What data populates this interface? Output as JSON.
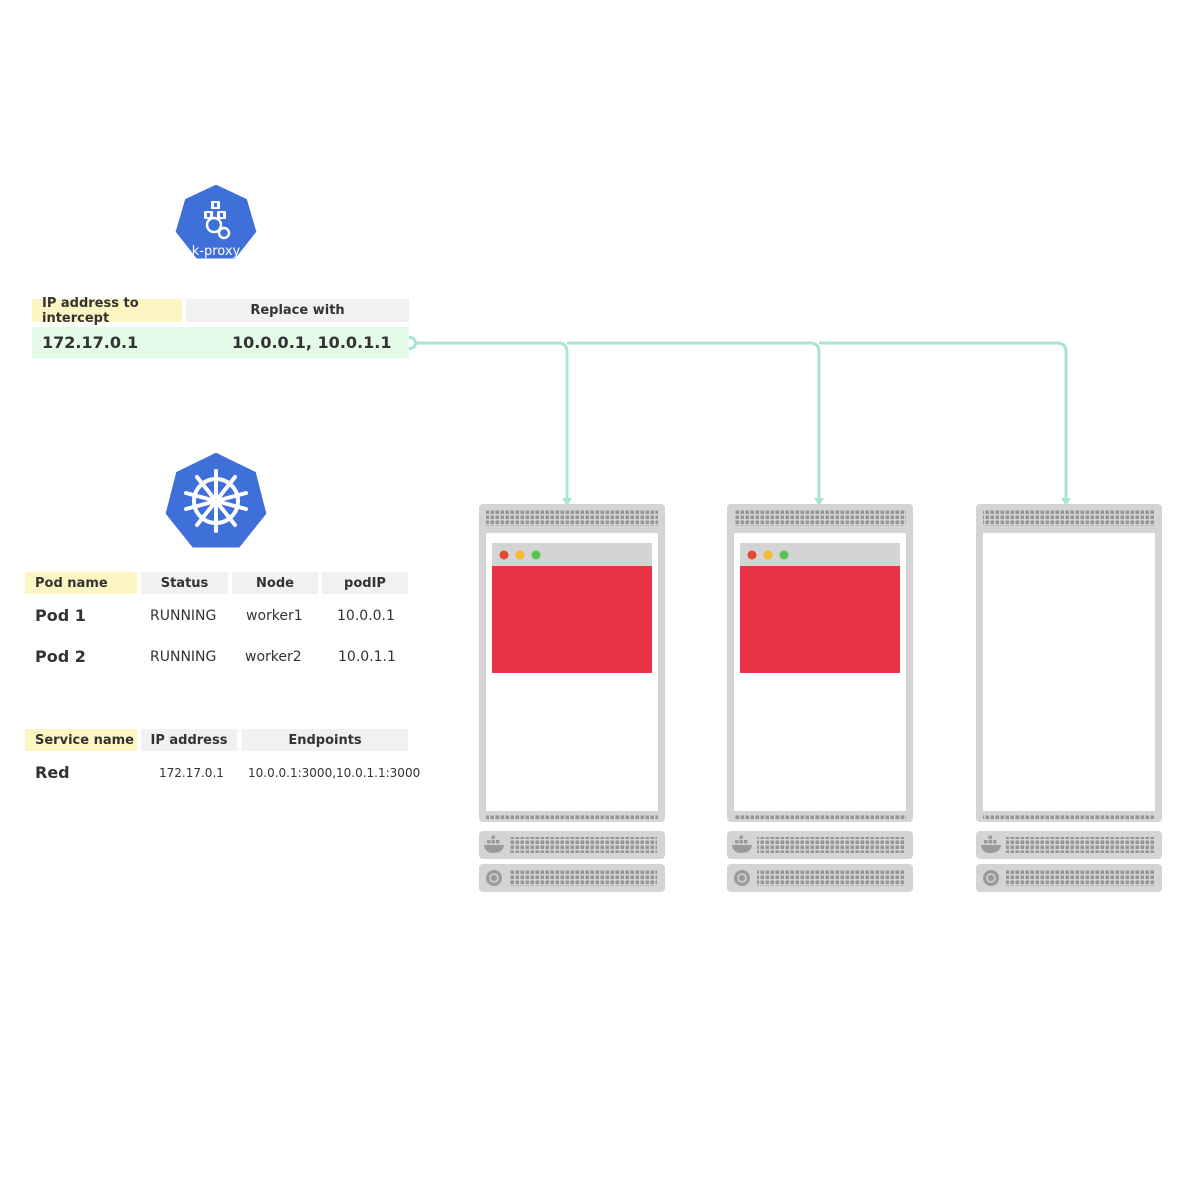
{
  "kproxy": {
    "label": "k-proxy",
    "table": {
      "headers": [
        "IP address to intercept",
        "Replace with"
      ],
      "row": [
        "172.17.0.1",
        "10.0.0.1, 10.0.1.1"
      ]
    }
  },
  "pods": {
    "headers": [
      "Pod name",
      "Status",
      "Node",
      "podIP"
    ],
    "rows": [
      [
        "Pod 1",
        "RUNNING",
        "worker1",
        "10.0.0.1"
      ],
      [
        "Pod 2",
        "RUNNING",
        "worker2",
        "10.0.1.1"
      ]
    ]
  },
  "services": {
    "headers": [
      "Service name",
      "IP address",
      "Endpoints"
    ],
    "rows": [
      [
        "Red",
        "172.17.0.1",
        "10.0.0.1:3000,10.0.1.1:3000"
      ]
    ]
  },
  "colors": {
    "k8s_blue": "#3f6fd8",
    "connector": "#a8e6cf",
    "pod_red": "#e93344",
    "highlight_yellow": "#fdf6c3",
    "highlight_green": "#e3fbe7",
    "header_gray": "#f1f1f1",
    "server_gray": "#d4d4d4"
  },
  "nodes": [
    {
      "has_pod": true,
      "icons": [
        "docker-icon",
        "kubernetes-icon"
      ]
    },
    {
      "has_pod": true,
      "icons": [
        "docker-icon",
        "kubernetes-icon"
      ]
    },
    {
      "has_pod": false,
      "icons": [
        "docker-icon",
        "kubernetes-icon"
      ]
    }
  ]
}
